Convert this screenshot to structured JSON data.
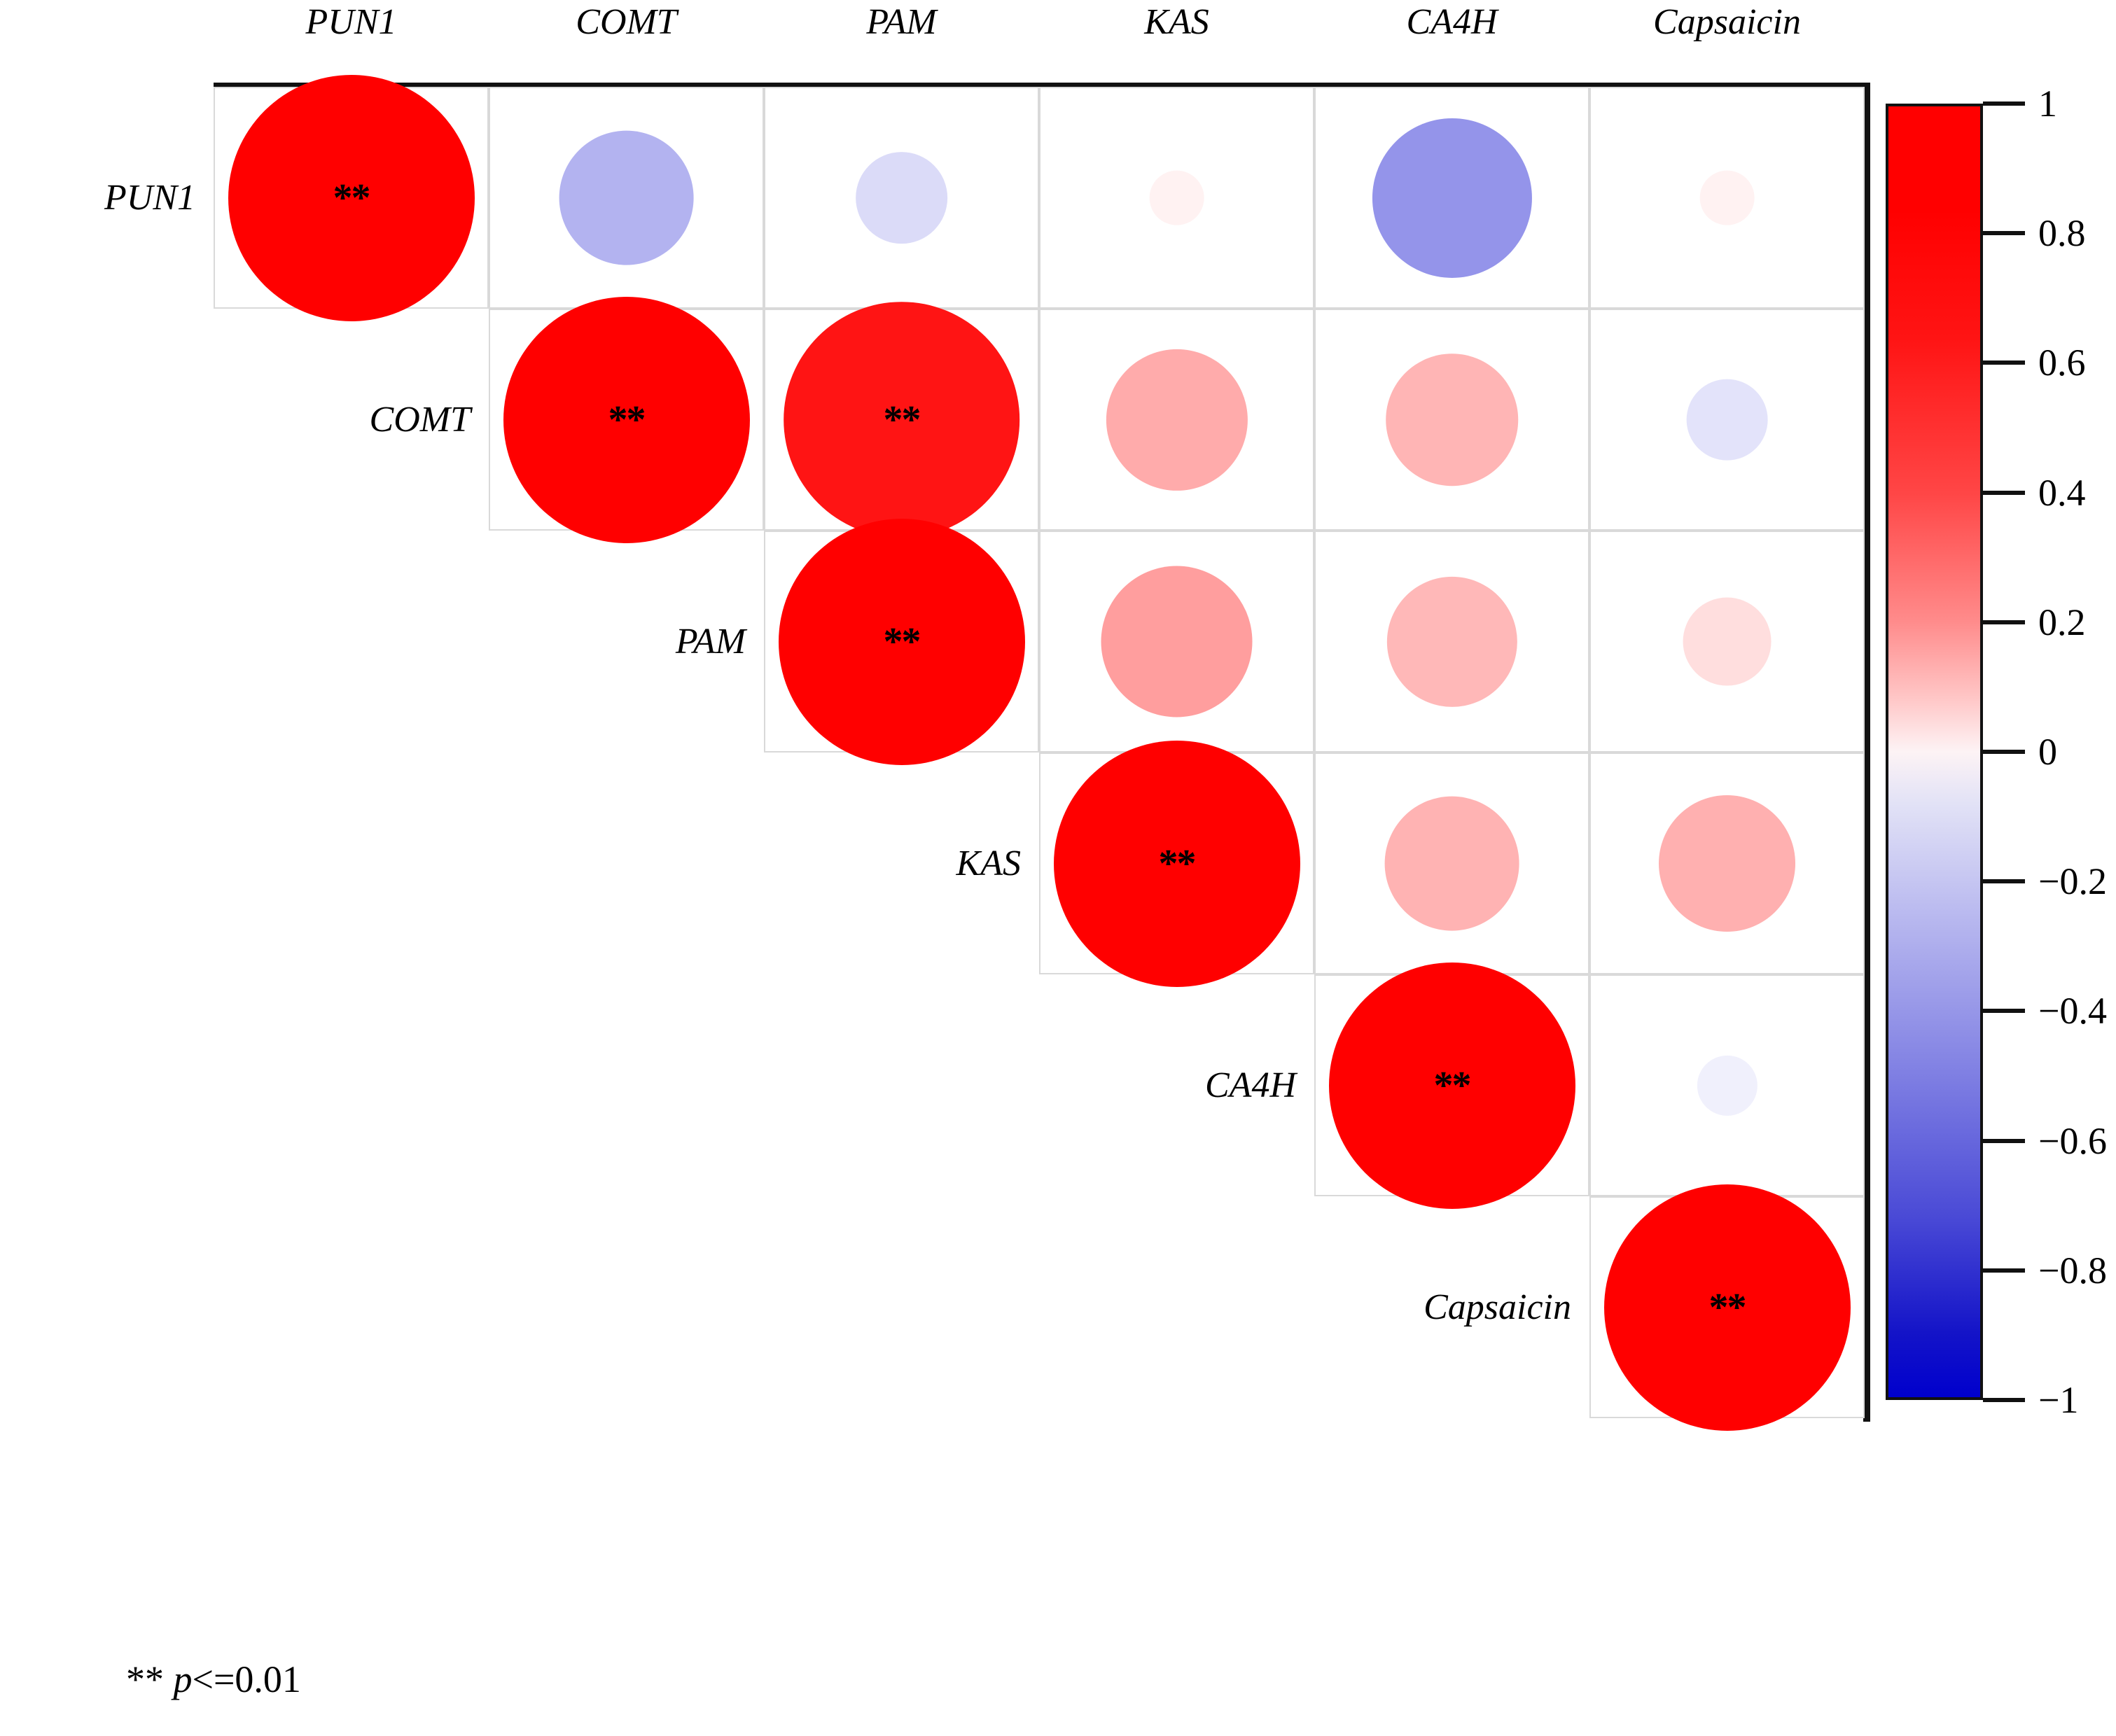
{
  "figure": {
    "variables": [
      "PUN1",
      "COMT",
      "PAM",
      "KAS",
      "CA4H",
      "Capsaicin"
    ],
    "significance_note": "** ",
    "significance_p": "p",
    "significance_value": "<=0.01",
    "significance_marker": "**"
  },
  "colorbar": {
    "ticks": [
      "1",
      "0.8",
      "0.6",
      "0.4",
      "0.2",
      "0",
      "−0.2",
      "−0.4",
      "−0.6",
      "−0.8",
      "−1"
    ],
    "tick_values": [
      1,
      0.8,
      0.6,
      0.4,
      0.2,
      0,
      -0.2,
      -0.4,
      -0.6,
      -0.8,
      -1
    ],
    "high_color": "#ff0000",
    "mid_color": "#ffffff",
    "low_color": "#0000cd"
  },
  "chart_data": {
    "type": "heatmap",
    "subtype": "correlation-matrix-bubble",
    "title": "",
    "xlabel": "",
    "ylabel": "",
    "categories": [
      "PUN1",
      "COMT",
      "PAM",
      "KAS",
      "CA4H",
      "Capsaicin"
    ],
    "row_labels": [
      "PUN1",
      "COMT",
      "PAM",
      "KAS",
      "CA4H",
      "Capsaicin"
    ],
    "col_labels": [
      "PUN1",
      "COMT",
      "PAM",
      "KAS",
      "CA4H",
      "Capsaicin"
    ],
    "zlim": [
      -1,
      1
    ],
    "grid": true,
    "legend_position": "right",
    "layout": "upper-triangular",
    "annotation": "** p<=0.01",
    "matrix": [
      [
        1.0,
        -0.3,
        -0.14,
        0.05,
        -0.42,
        0.05
      ],
      [
        null,
        1.0,
        0.92,
        0.33,
        0.29,
        -0.11
      ],
      [
        null,
        null,
        1.0,
        0.38,
        0.28,
        0.13
      ],
      [
        null,
        null,
        null,
        1.0,
        0.3,
        0.31
      ],
      [
        null,
        null,
        null,
        null,
        1.0,
        -0.06
      ],
      [
        null,
        null,
        null,
        null,
        null,
        1.0
      ]
    ],
    "significant_cells": [
      {
        "row": "PUN1",
        "col": "PUN1",
        "value": 1.0,
        "marker": "**"
      },
      {
        "row": "COMT",
        "col": "COMT",
        "value": 1.0,
        "marker": "**"
      },
      {
        "row": "COMT",
        "col": "PAM",
        "value": 0.92,
        "marker": "**"
      },
      {
        "row": "PAM",
        "col": "PAM",
        "value": 1.0,
        "marker": "**"
      },
      {
        "row": "KAS",
        "col": "KAS",
        "value": 1.0,
        "marker": "**"
      },
      {
        "row": "CA4H",
        "col": "CA4H",
        "value": 1.0,
        "marker": "**"
      },
      {
        "row": "Capsaicin",
        "col": "Capsaicin",
        "value": 1.0,
        "marker": "**"
      }
    ],
    "cells": [
      {
        "r": 0,
        "c": 0,
        "value": 1.0,
        "star": true
      },
      {
        "r": 0,
        "c": 1,
        "value": -0.3,
        "star": false
      },
      {
        "r": 0,
        "c": 2,
        "value": -0.14,
        "star": false
      },
      {
        "r": 0,
        "c": 3,
        "value": 0.05,
        "star": false
      },
      {
        "r": 0,
        "c": 4,
        "value": -0.42,
        "star": false
      },
      {
        "r": 0,
        "c": 5,
        "value": 0.05,
        "star": false
      },
      {
        "r": 1,
        "c": 1,
        "value": 1.0,
        "star": true
      },
      {
        "r": 1,
        "c": 2,
        "value": 0.92,
        "star": true
      },
      {
        "r": 1,
        "c": 3,
        "value": 0.33,
        "star": false
      },
      {
        "r": 1,
        "c": 4,
        "value": 0.29,
        "star": false
      },
      {
        "r": 1,
        "c": 5,
        "value": -0.11,
        "star": false
      },
      {
        "r": 2,
        "c": 2,
        "value": 1.0,
        "star": true
      },
      {
        "r": 2,
        "c": 3,
        "value": 0.38,
        "star": false
      },
      {
        "r": 2,
        "c": 4,
        "value": 0.28,
        "star": false
      },
      {
        "r": 2,
        "c": 5,
        "value": 0.13,
        "star": false
      },
      {
        "r": 3,
        "c": 3,
        "value": 1.0,
        "star": true
      },
      {
        "r": 3,
        "c": 4,
        "value": 0.3,
        "star": false
      },
      {
        "r": 3,
        "c": 5,
        "value": 0.31,
        "star": false
      },
      {
        "r": 4,
        "c": 4,
        "value": 1.0,
        "star": true
      },
      {
        "r": 4,
        "c": 5,
        "value": -0.06,
        "star": false
      },
      {
        "r": 5,
        "c": 5,
        "value": 1.0,
        "star": true
      }
    ]
  }
}
